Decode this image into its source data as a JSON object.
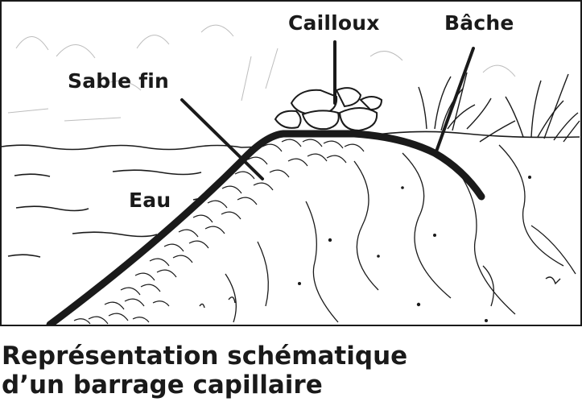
{
  "diagram": {
    "labels": {
      "cailloux": "Cailloux",
      "bache": "Bâche",
      "sable_fin": "Sable fin",
      "eau": "Eau"
    },
    "caption": {
      "line1": "Représentation schématique",
      "line2": "d’un barrage capillaire"
    },
    "colors": {
      "ink": "#1a1a1a",
      "background": "#ffffff"
    }
  }
}
